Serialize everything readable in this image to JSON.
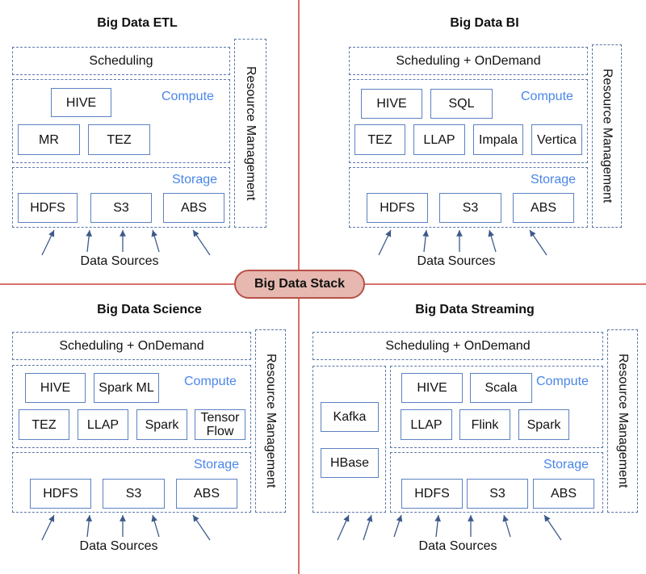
{
  "center_label": "Big Data Stack",
  "etl": {
    "title": "Big Data ETL",
    "scheduling": "Scheduling",
    "compute_label": "Compute",
    "storage_label": "Storage",
    "resource": "Resource Management",
    "compute": [
      "HIVE",
      "MR",
      "TEZ"
    ],
    "storage": [
      "HDFS",
      "S3",
      "ABS"
    ],
    "sources": "Data Sources"
  },
  "bi": {
    "title": "Big Data BI",
    "scheduling": "Scheduling + OnDemand",
    "compute_label": "Compute",
    "storage_label": "Storage",
    "resource": "Resource Management",
    "compute": [
      "HIVE",
      "SQL",
      "TEZ",
      "LLAP",
      "Impala",
      "Vertica"
    ],
    "storage": [
      "HDFS",
      "S3",
      "ABS"
    ],
    "sources": "Data Sources"
  },
  "science": {
    "title": "Big Data Science",
    "scheduling": "Scheduling + OnDemand",
    "compute_label": "Compute",
    "storage_label": "Storage",
    "resource": "Resource Management",
    "compute": [
      "HIVE",
      "Spark ML",
      "TEZ",
      "LLAP",
      "Spark",
      "Tensor Flow"
    ],
    "storage": [
      "HDFS",
      "S3",
      "ABS"
    ],
    "sources": "Data Sources"
  },
  "streaming": {
    "title": "Big Data Streaming",
    "scheduling": "Scheduling + OnDemand",
    "compute_label": "Compute",
    "storage_label": "Storage",
    "resource": "Resource Management",
    "side": [
      "Kafka",
      "HBase"
    ],
    "compute": [
      "HIVE",
      "Scala",
      "LLAP",
      "Flink",
      "Spark"
    ],
    "storage": [
      "HDFS",
      "S3",
      "ABS"
    ],
    "sources": "Data Sources"
  },
  "colors": {
    "divider": "#d9706b",
    "dash": "#5a78a8",
    "box_border": "#5b82c2",
    "accent_text": "#4a86e8",
    "arrow": "#3d5a8a",
    "center_fill": "#e6b8af",
    "center_border": "#b95048"
  }
}
